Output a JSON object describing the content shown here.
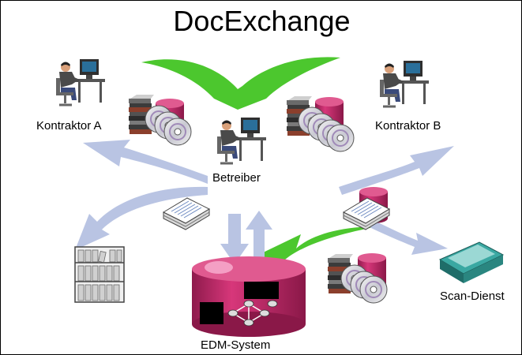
{
  "title": "DocExchange",
  "labels": {
    "contractor_a": "Kontraktor A",
    "contractor_b": "Kontraktor B",
    "operator": "Betreiber",
    "scan_service": "Scan-Dienst",
    "edm_system": "EDM-System"
  },
  "colors": {
    "green_arrow": "#4cc72e",
    "blue_arrow": "#b9c4e3",
    "database": "#cc2f6e",
    "scanner": "#2f8f8b",
    "frame": "#000000"
  },
  "icons": [
    "person-at-computer-icon",
    "database-icon",
    "cd-icon",
    "document-stack-icon",
    "paper-stack-icon",
    "archive-shelf-icon",
    "scanner-icon",
    "network-diagram-icon"
  ]
}
